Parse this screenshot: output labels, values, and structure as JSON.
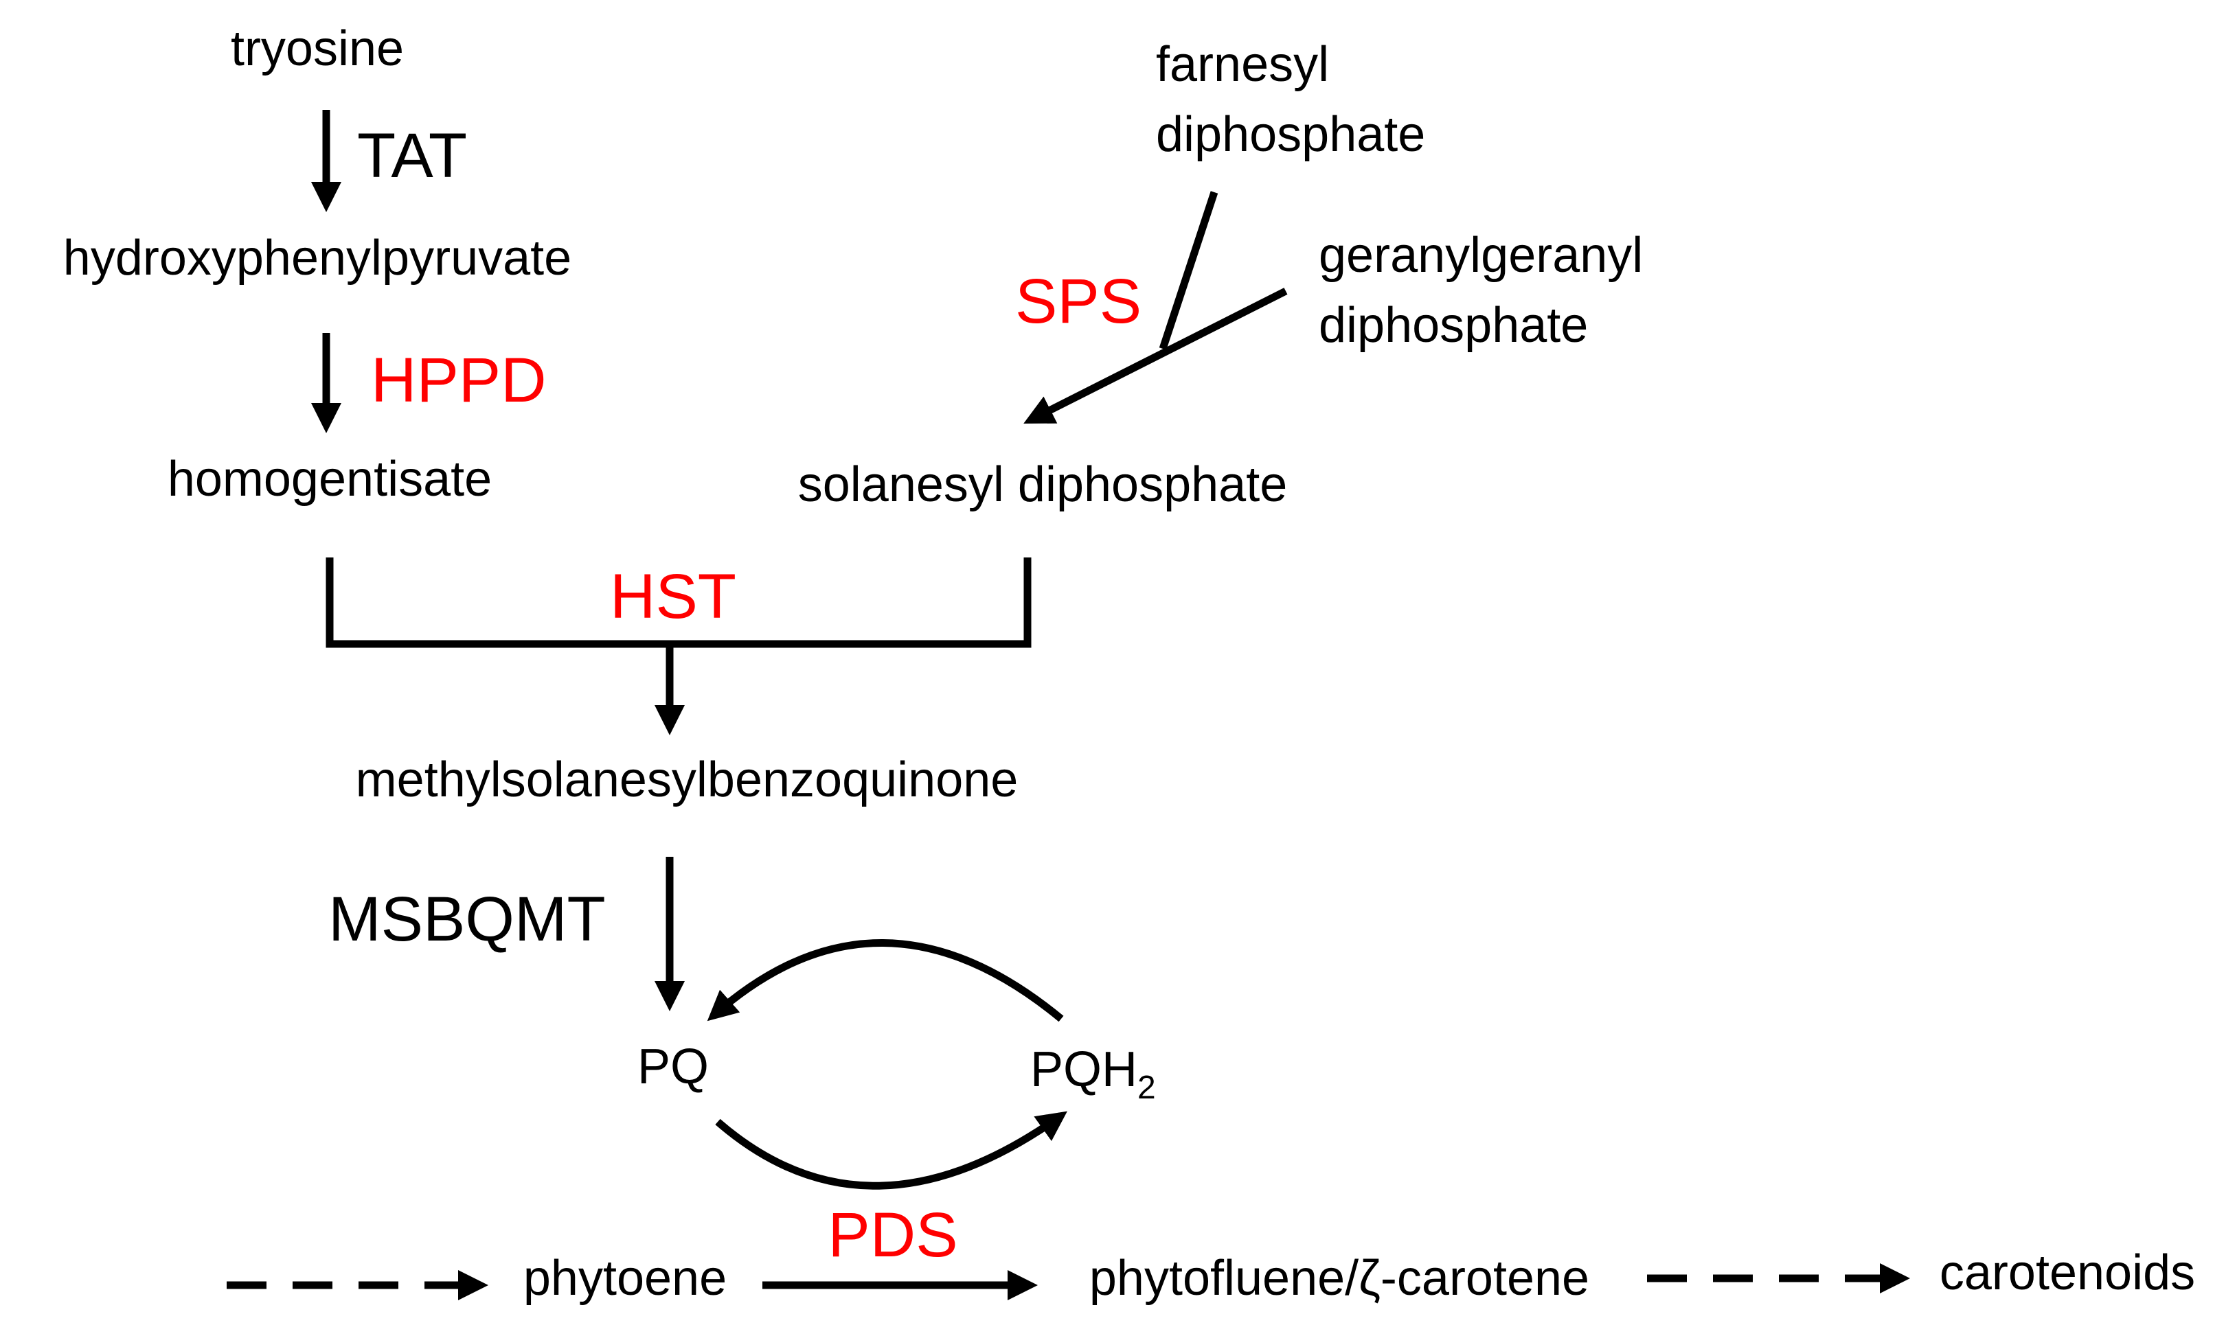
{
  "colors": {
    "arrow": "#000000",
    "compound_text": "#000000",
    "enzyme_black": "#000000",
    "enzyme_highlight": "#ff0000"
  },
  "compounds": {
    "tyrosine": "tryosine",
    "hydroxyphenylpyruvate": "hydroxyphenylpyruvate",
    "homogentisate": "homogentisate",
    "farnesyl_line1": "farnesyl",
    "farnesyl_line2": "diphosphate",
    "geranylgeranyl_line1": "geranylgeranyl",
    "geranylgeranyl_line2": "diphosphate",
    "solanesyl": "solanesyl diphosphate",
    "msbq": "methylsolanesylbenzoquinone",
    "pq": "PQ",
    "pqh2_base": "PQH",
    "pqh2_subscript": "2",
    "phytoene": "phytoene",
    "phytofluene": "phytofluene/ζ-carotene",
    "carotenoids": "carotenoids"
  },
  "enzymes": {
    "tat": "TAT",
    "hppd": "HPPD",
    "sps": "SPS",
    "hst": "HST",
    "msbqmt": "MSBQMT",
    "pds": "PDS"
  }
}
